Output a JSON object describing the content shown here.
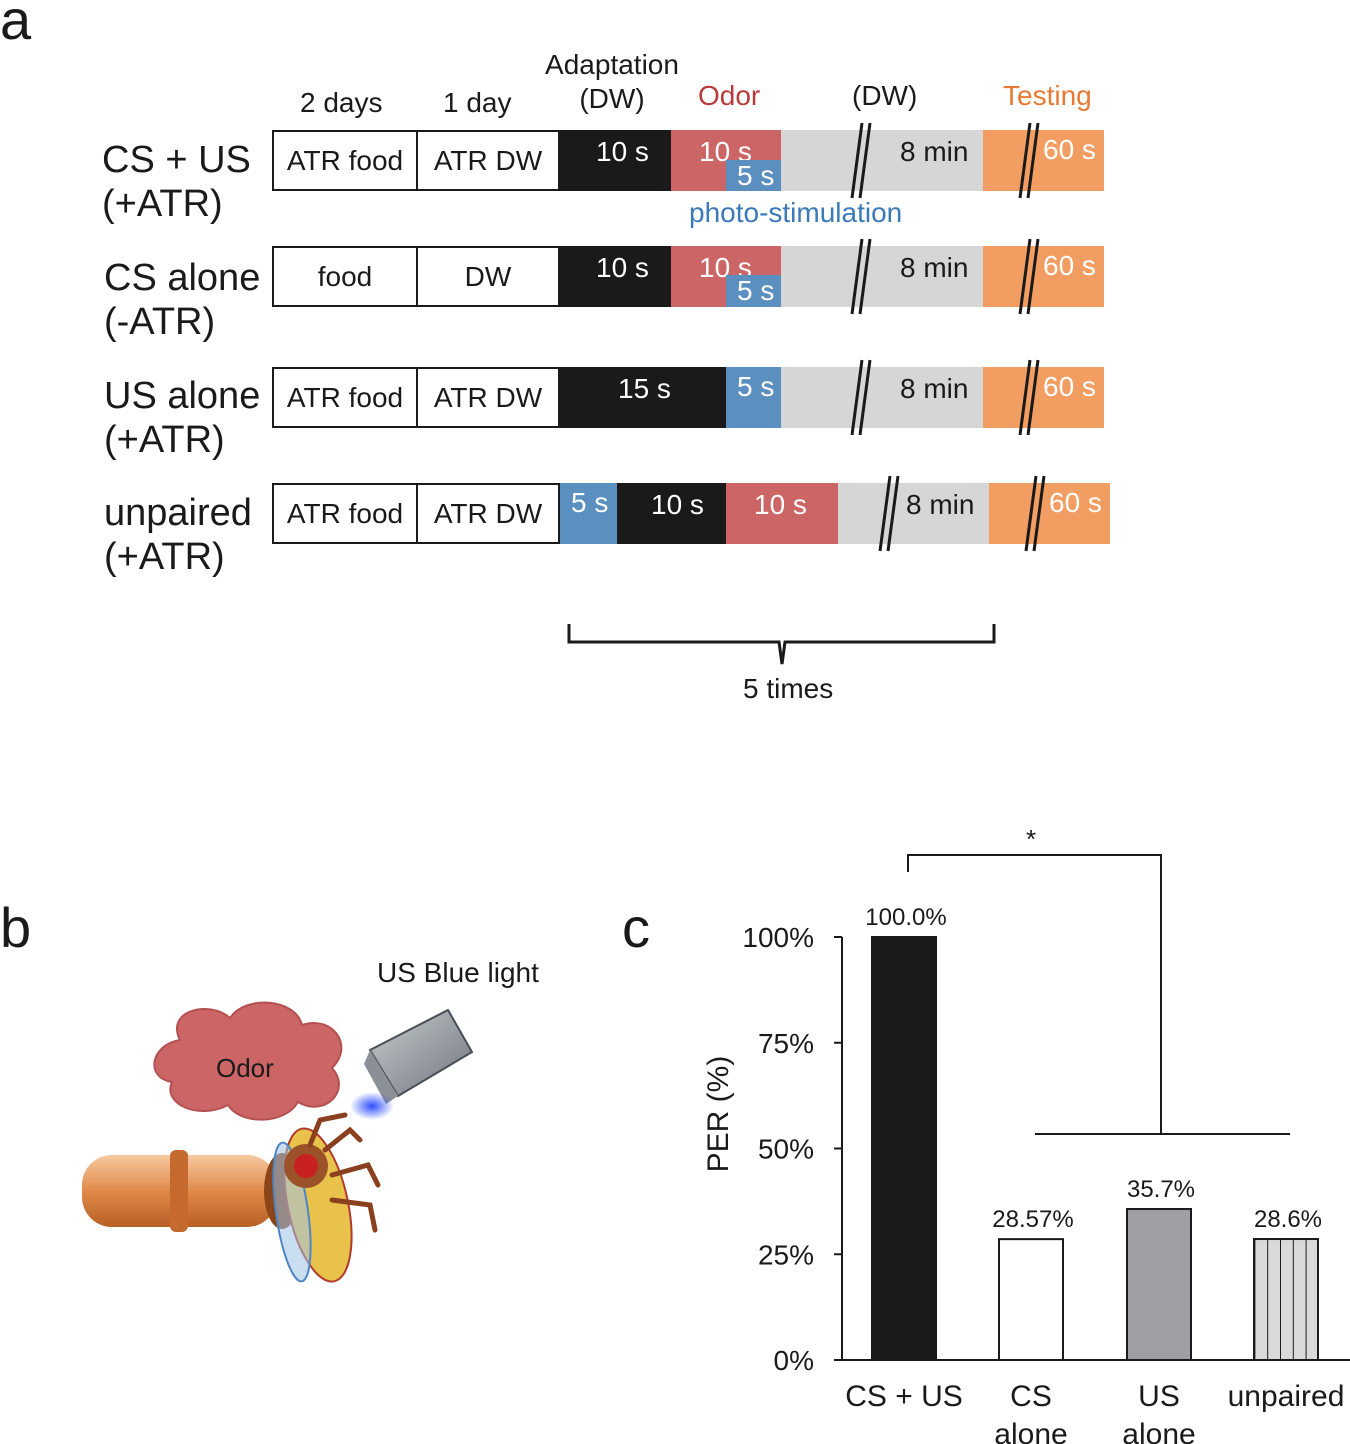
{
  "panel_a": {
    "letter": "a",
    "headers": {
      "two_days": "2 days",
      "one_day": "1 day",
      "adaptation_line1": "Adaptation",
      "adaptation_line2": "(DW)",
      "odor": "Odor",
      "dw": "(DW)",
      "testing": "Testing"
    },
    "photo_stimulation": "photo-stimulation",
    "five_times": "5 times",
    "rows": [
      {
        "label1": "CS + US",
        "label2": "(+ATR)",
        "food": "ATR food",
        "dw": "ATR DW",
        "adapt": "10 s",
        "odor": "10 s",
        "light": "5 s",
        "interval": "8 min",
        "test": "60 s"
      },
      {
        "label1": "CS alone",
        "label2": "(-ATR)",
        "food": "food",
        "dw": "DW",
        "adapt": "10 s",
        "odor": "10 s",
        "light": "5 s",
        "interval": "8 min",
        "test": "60 s"
      },
      {
        "label1": "US alone",
        "label2": "(+ATR)",
        "food": "ATR food",
        "dw": "ATR DW",
        "adapt": "15 s",
        "light": "5 s",
        "interval": "8 min",
        "test": "60 s"
      },
      {
        "label1": "unpaired",
        "label2": "(+ATR)",
        "food": "ATR food",
        "dw": "ATR DW",
        "light": "5 s",
        "adapt": "10 s",
        "odor": "10 s",
        "interval": "8 min",
        "test": "60 s"
      }
    ]
  },
  "panel_b": {
    "letter": "b",
    "us_label": "US Blue light",
    "odor_label": "Odor"
  },
  "panel_c": {
    "letter": "c"
  },
  "colors": {
    "black": "#1a1a1a",
    "odor_red": "#cc6666",
    "odor_text": "#b83b3b",
    "light_blue": "#5b8fc0",
    "photo_text": "#3a7ab8",
    "grey": "#d6d6d6",
    "testing_orange": "#f29d62",
    "testing_text": "#e87a35",
    "bar_grey": "#a0a0a4"
  },
  "chart_data": {
    "type": "bar",
    "categories": [
      "CS + US",
      "CS\nalone",
      "US\nalone",
      "unpaired"
    ],
    "values": [
      100.0,
      28.57,
      35.7,
      28.6
    ],
    "data_labels": [
      "100.0%",
      "28.57%",
      "35.7%",
      "28.6%"
    ],
    "ylabel": "PER (%)",
    "yticks": [
      "0%",
      "25%",
      "50%",
      "75%",
      "100%"
    ],
    "ylim": [
      0,
      100
    ],
    "bar_styles": [
      "solid-black",
      "white",
      "solid-grey",
      "vertical-stripes"
    ],
    "significance": "*"
  }
}
